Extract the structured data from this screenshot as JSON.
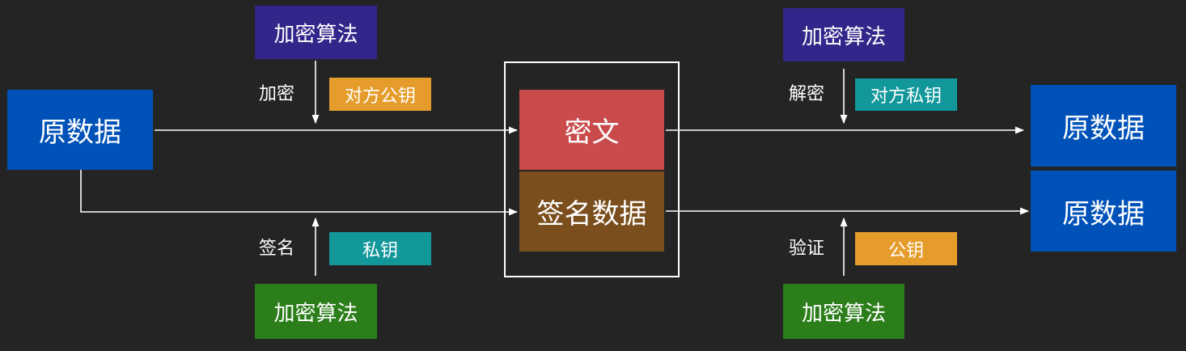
{
  "colors": {
    "background": "#242424",
    "blue": "#0052b8",
    "purple": "#33268a",
    "green": "#2b7e1a",
    "orange": "#e69c2b",
    "teal": "#12989b",
    "red": "#c94b4b",
    "brown": "#7a4e1d",
    "line": "#ffffff"
  },
  "nodes": {
    "source": {
      "label": "原数据"
    },
    "encrypt_algorithm": {
      "label": "加密算法"
    },
    "other_public_key": {
      "label": "对方公钥"
    },
    "sign_algorithm": {
      "label": "加密算法"
    },
    "private_key": {
      "label": "私钥"
    },
    "ciphertext": {
      "label": "密文"
    },
    "signature_data": {
      "label": "签名数据"
    },
    "decrypt_algorithm": {
      "label": "加密算法"
    },
    "other_private_key": {
      "label": "对方私钥"
    },
    "verify_algorithm": {
      "label": "加密算法"
    },
    "public_key": {
      "label": "公钥"
    },
    "output_top": {
      "label": "原数据"
    },
    "output_bottom": {
      "label": "原数据"
    }
  },
  "edge_labels": {
    "encrypt": "加密",
    "sign": "签名",
    "decrypt": "解密",
    "verify": "验证"
  },
  "edges": [
    {
      "from": "source",
      "to": "ciphertext",
      "label": ""
    },
    {
      "from": "source",
      "to": "signature_data",
      "label": ""
    },
    {
      "from": "encrypt_algorithm",
      "to": "encrypt-edge",
      "label": "加密"
    },
    {
      "from": "sign_algorithm",
      "to": "sign-edge",
      "label": "签名"
    },
    {
      "from": "ciphertext",
      "to": "output_top",
      "label": ""
    },
    {
      "from": "signature_data",
      "to": "output_bottom",
      "label": ""
    },
    {
      "from": "decrypt_algorithm",
      "to": "decrypt-edge",
      "label": "解密"
    },
    {
      "from": "verify_algorithm",
      "to": "verify-edge",
      "label": "验证"
    }
  ]
}
